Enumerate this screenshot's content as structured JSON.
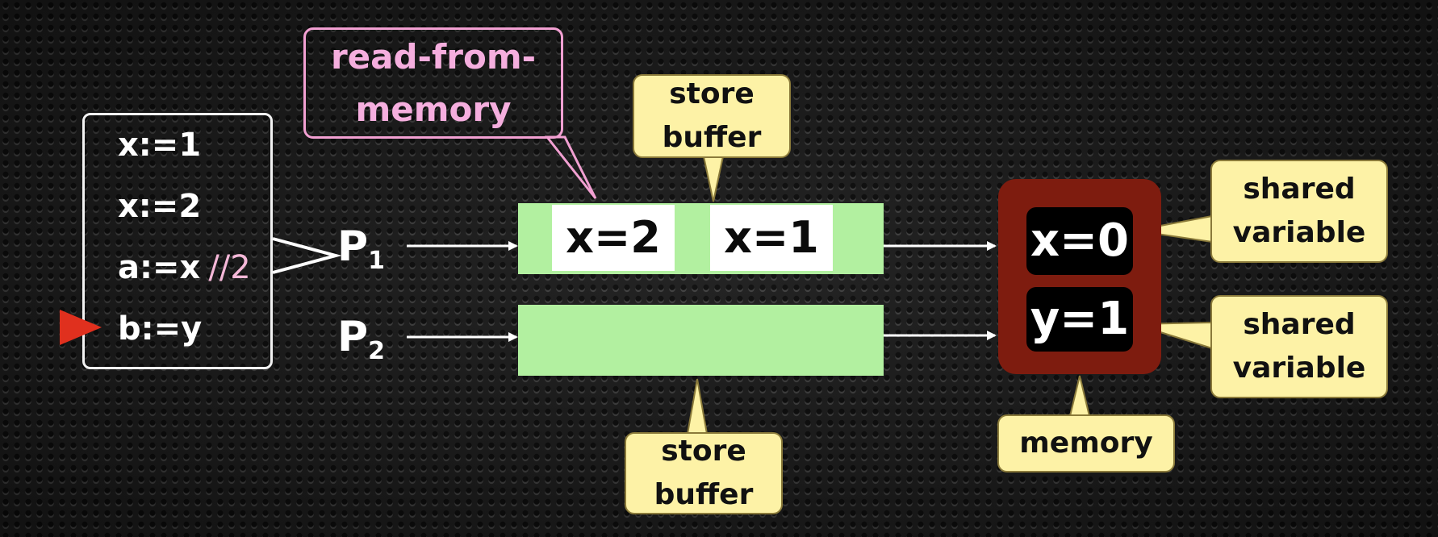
{
  "program": {
    "lines": [
      "x:=1",
      "x:=2",
      "a:=x",
      "b:=y"
    ],
    "comment": "//2"
  },
  "processes": {
    "p1": {
      "name": "P",
      "index": "1"
    },
    "p2": {
      "name": "P",
      "index": "2"
    }
  },
  "buffers": {
    "p1_entries": [
      "x=2",
      "x=1"
    ]
  },
  "memory": {
    "x": "x=0",
    "y": "y=1"
  },
  "callouts": {
    "read_from_memory": [
      "read-from-",
      "memory"
    ],
    "store_buffer_top": [
      "store",
      "buffer"
    ],
    "store_buffer_bottom": [
      "store",
      "buffer"
    ],
    "shared_variable_1": [
      "shared",
      "variable"
    ],
    "shared_variable_2": [
      "shared",
      "variable"
    ],
    "memory": "memory"
  },
  "colors": {
    "buffer": "#b2f0a0",
    "memory": "#7e1c0f",
    "callout": "#fdf2a6",
    "pink": "#f2a0d2",
    "marker": "#e0301e"
  },
  "icons": {
    "pc_marker": "triangle-right-icon"
  }
}
